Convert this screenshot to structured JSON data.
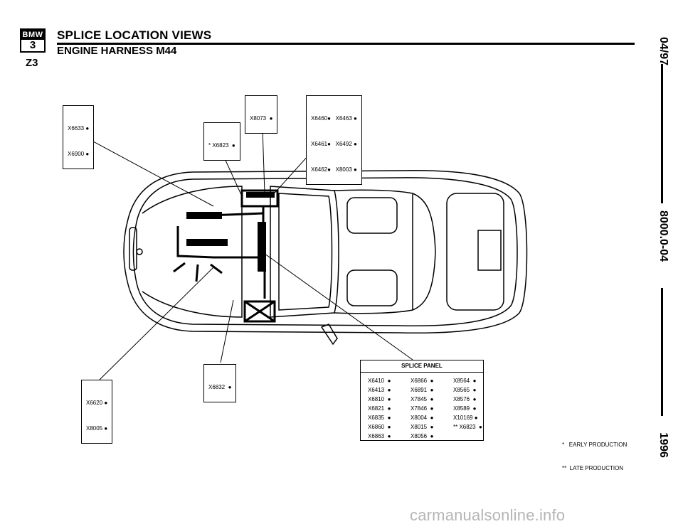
{
  "header": {
    "logo_brand": "BMW",
    "logo_model": "3",
    "title": "SPLICE LOCATION VIEWS",
    "subtitle": "ENGINE HARNESS M44",
    "model": "Z3"
  },
  "side": {
    "date": "04/97",
    "code": "8000.0-04",
    "year": "1996"
  },
  "callouts": {
    "top_left": [
      "X6633 ●",
      "X6900 ●"
    ],
    "x8073": [
      "X8073  ●"
    ],
    "x6823": [
      "* X6823  ●"
    ],
    "top_right": [
      "X6460●   X6463 ●",
      "X6461●   X6492 ●",
      "X6462●   X8003 ●"
    ],
    "x6832": [
      "X6832  ●"
    ],
    "bottom_left": [
      "X6620 ●",
      "X8005 ●"
    ]
  },
  "splice_panel": {
    "title": "SPLICE PANEL",
    "rows": [
      [
        "X6410  ●",
        "X6866  ●",
        "X8564  ●"
      ],
      [
        "X6413  ●",
        "X6891  ●",
        "X8565  ●"
      ],
      [
        "X6810  ●",
        "X7845  ●",
        "X8576  ●"
      ],
      [
        "X6821  ●",
        "X7846  ●",
        "X8589  ●"
      ],
      [
        "X6835  ●",
        "X8004  ●",
        "X10169 ●"
      ],
      [
        "X6860  ●",
        "X8015  ●",
        "** X6823  ●"
      ],
      [
        "X6863  ●",
        "X8056  ●",
        ""
      ]
    ]
  },
  "legend": {
    "early": "*   EARLY PRODUCTION",
    "late": "**  LATE PRODUCTION"
  },
  "footer": {
    "watermark": "carmanualsonline.info"
  }
}
